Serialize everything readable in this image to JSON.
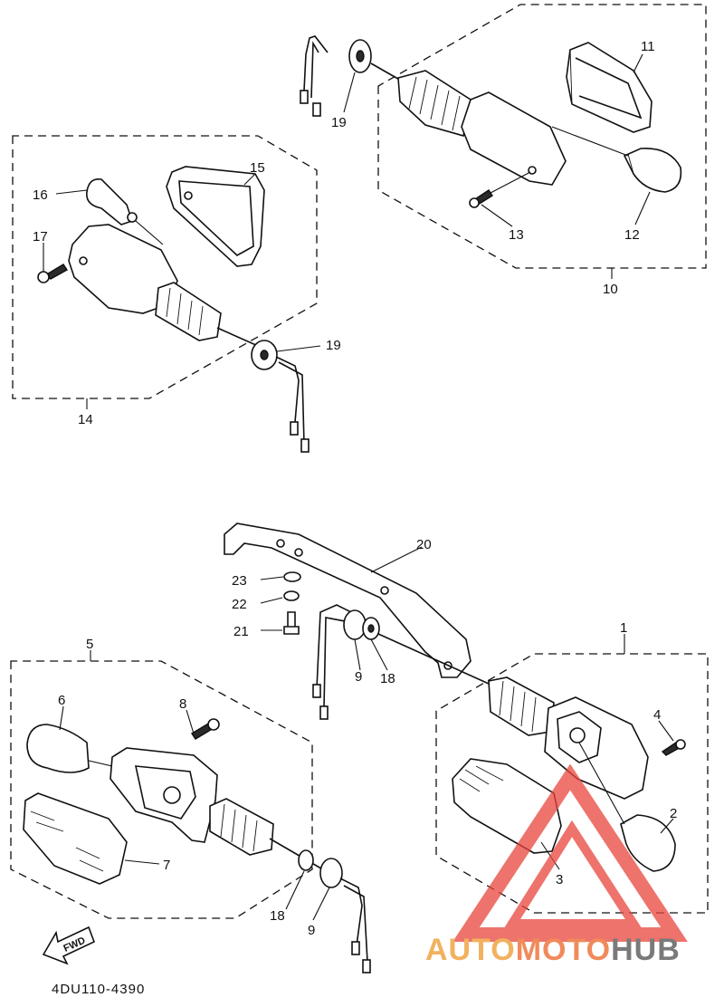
{
  "callouts": {
    "c1": "1",
    "c2": "2",
    "c3": "3",
    "c4": "4",
    "c5": "5",
    "c6": "6",
    "c7": "7",
    "c8": "8",
    "c9a": "9",
    "c9b": "9",
    "c10": "10",
    "c11": "11",
    "c12": "12",
    "c13": "13",
    "c14": "14",
    "c15": "15",
    "c16": "16",
    "c17": "17",
    "c18a": "18",
    "c18b": "18",
    "c19a": "19",
    "c19b": "19",
    "c20": "20",
    "c21": "21",
    "c22": "22",
    "c23": "23"
  },
  "fwd_label": "FWD",
  "drawing_code": "4DU110-4390",
  "watermark": {
    "part1": "AUTO",
    "part2": "MOTO",
    "part3": "HUB"
  },
  "colors": {
    "watermark_red": "#e8453c",
    "watermark_orange": "#f2b15f",
    "watermark_grey": "#7a7a7a",
    "line": "#111111"
  }
}
